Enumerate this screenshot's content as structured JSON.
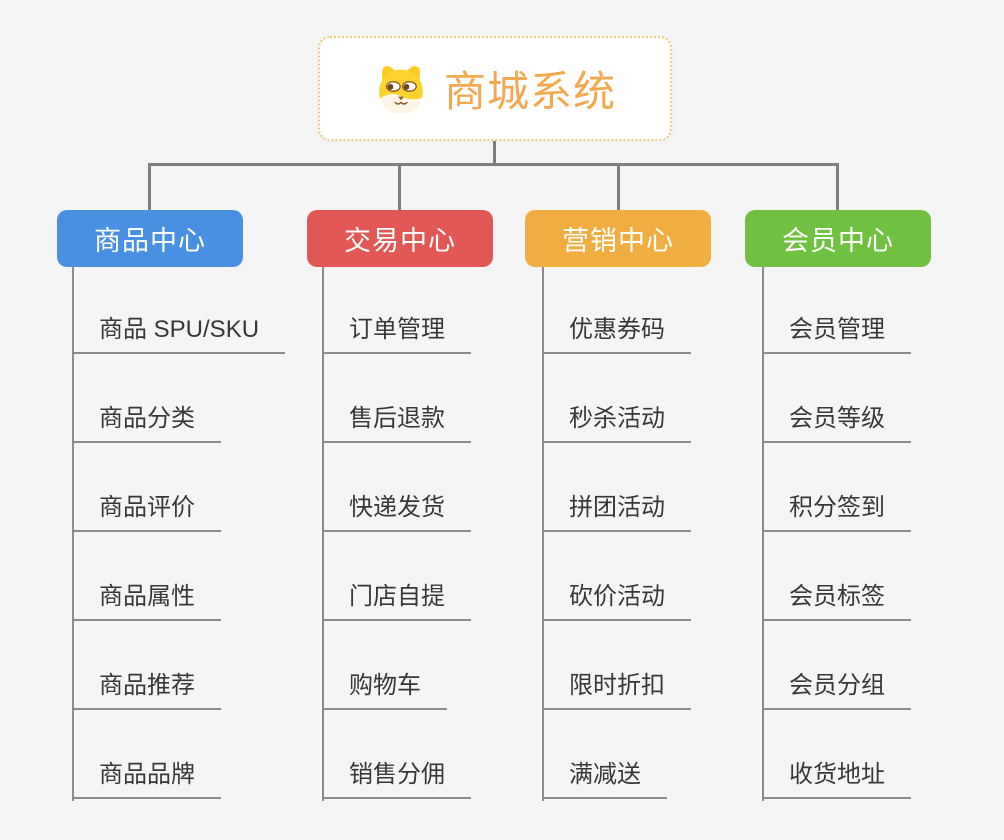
{
  "root": {
    "title": "商城系统",
    "icon": "dog-face-icon"
  },
  "branches": [
    {
      "id": "product-center",
      "label": "商品中心",
      "color": "#4a90e2",
      "children": [
        "商品 SPU/SKU",
        "商品分类",
        "商品评价",
        "商品属性",
        "商品推荐",
        "商品品牌"
      ]
    },
    {
      "id": "trade-center",
      "label": "交易中心",
      "color": "#e25855",
      "children": [
        "订单管理",
        "售后退款",
        "快递发货",
        "门店自提",
        "购物车",
        "销售分佣"
      ]
    },
    {
      "id": "marketing-center",
      "label": "营销中心",
      "color": "#efae3f",
      "children": [
        "优惠券码",
        "秒杀活动",
        "拼团活动",
        "砍价活动",
        "限时折扣",
        "满减送"
      ]
    },
    {
      "id": "member-center",
      "label": "会员中心",
      "color": "#70c142",
      "children": [
        "会员管理",
        "会员等级",
        "积分签到",
        "会员标签",
        "会员分组",
        "收货地址"
      ]
    }
  ],
  "colors": {
    "background": "#f5f5f5",
    "connector": "#7f7f7f",
    "leaf_line": "#8c8c8c",
    "root_text": "#f2a94f",
    "root_border": "#f2c878",
    "leaf_text": "#383838"
  }
}
